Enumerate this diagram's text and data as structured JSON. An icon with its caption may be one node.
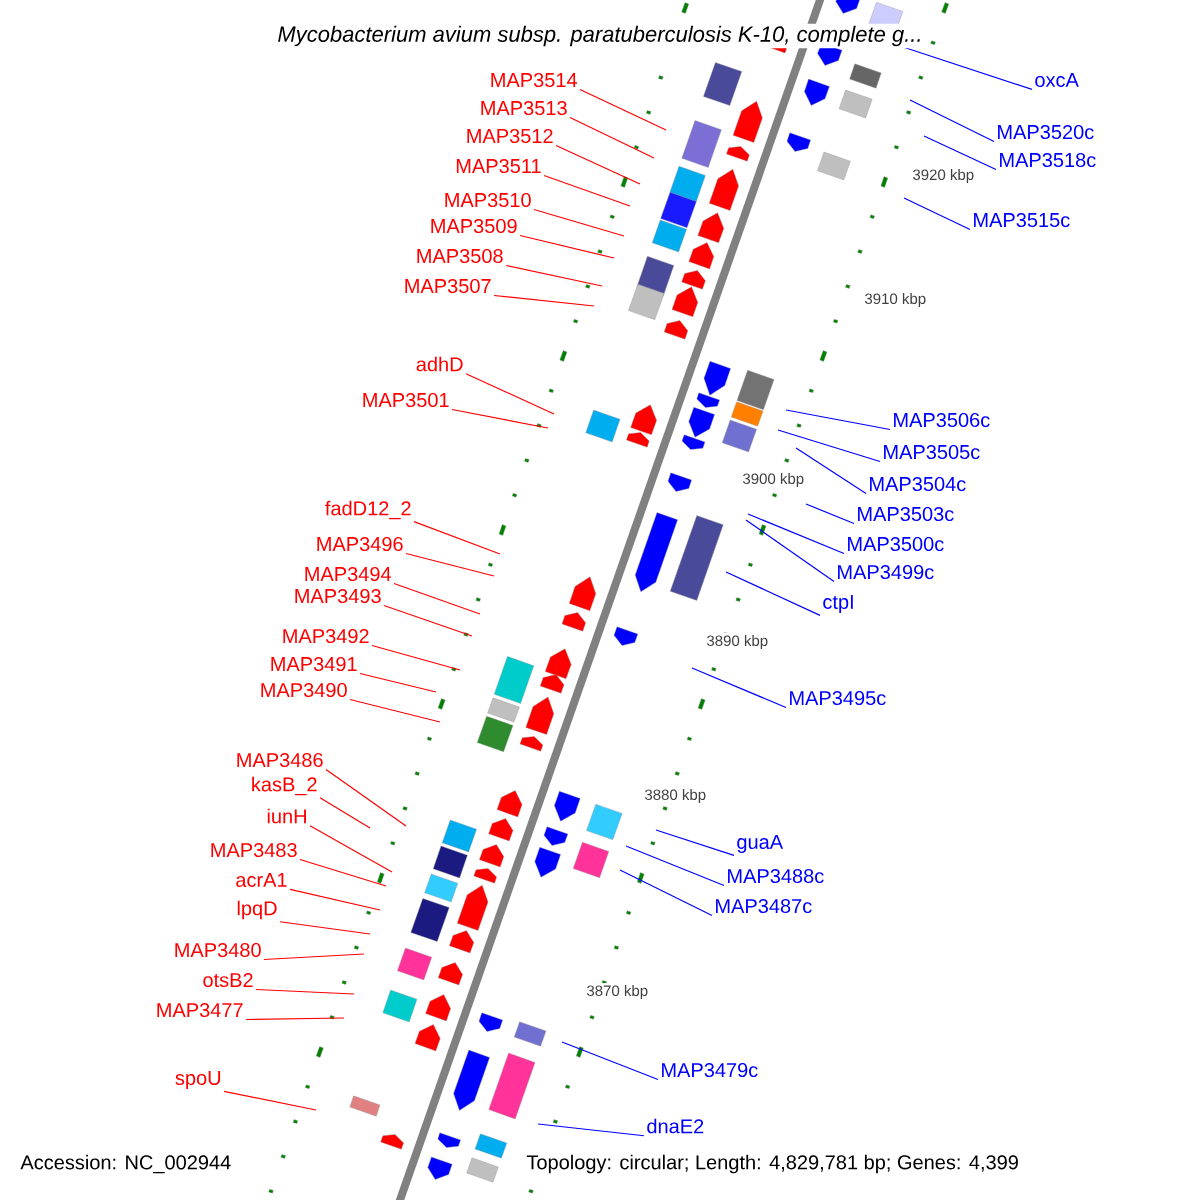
{
  "diagram": {
    "title": "Mycobacterium avium subsp. paratuberculosis K-10, complete g...",
    "nodes": [
      {
        "text": [
          "MAP3514"
        ]
      },
      {
        "text": [
          "MAP3513"
        ]
      },
      {
        "text": [
          "MAP3512"
        ]
      },
      {
        "text": [
          "MAP3511"
        ]
      },
      {
        "text": [
          "MAP3510"
        ]
      },
      {
        "text": [
          "MAP3509"
        ]
      },
      {
        "text": [
          "MAP3508"
        ]
      },
      {
        "text": [
          "MAP3507"
        ]
      },
      {
        "text": [
          "adhD"
        ]
      },
      {
        "text": [
          "MAP3501"
        ]
      },
      {
        "text": [
          "fadD12_2"
        ]
      },
      {
        "text": [
          "MAP3496"
        ]
      },
      {
        "text": [
          "MAP3494"
        ]
      },
      {
        "text": [
          "MAP3493"
        ]
      },
      {
        "text": [
          "MAP3492"
        ]
      },
      {
        "text": [
          "MAP3491"
        ]
      },
      {
        "text": [
          "MAP3490"
        ]
      },
      {
        "text": [
          "MAP3486"
        ]
      },
      {
        "text": [
          "kasB_2"
        ]
      },
      {
        "text": [
          "iunH"
        ]
      },
      {
        "text": [
          "MAP3483"
        ]
      },
      {
        "text": [
          "acrA1"
        ]
      },
      {
        "text": [
          "lpqD"
        ]
      },
      {
        "text": [
          "MAP3480"
        ]
      },
      {
        "text": [
          "otsB2"
        ]
      },
      {
        "text": [
          "MAP3477"
        ]
      },
      {
        "text": [
          "spoU"
        ]
      },
      {
        "text": [
          "oxcA"
        ]
      },
      {
        "text": [
          "MAP3520c"
        ]
      },
      {
        "text": [
          "MAP3518c"
        ]
      },
      {
        "text": [
          "MAP3515c"
        ]
      },
      {
        "text": [
          "MAP3506c"
        ]
      },
      {
        "text": [
          "MAP3505c"
        ]
      },
      {
        "text": [
          "MAP3504c"
        ]
      },
      {
        "text": [
          "MAP3503c"
        ]
      },
      {
        "text": [
          "MAP3500c"
        ]
      },
      {
        "text": [
          "MAP3499c"
        ]
      },
      {
        "text": [
          "ctpI"
        ]
      },
      {
        "text": [
          "MAP3495c"
        ]
      },
      {
        "text": [
          "guaA"
        ]
      },
      {
        "text": [
          "MAP3488c"
        ]
      },
      {
        "text": [
          "MAP3487c"
        ]
      },
      {
        "text": [
          "MAP3479c"
        ]
      },
      {
        "text": [
          "dnaE2"
        ]
      }
    ],
    "edges": [
      {
        "from": 0,
        "to": null,
        "arrow": "none"
      },
      {
        "from": 1,
        "to": null,
        "arrow": "none"
      },
      {
        "from": 2,
        "to": null,
        "arrow": "none"
      },
      {
        "from": 3,
        "to": null,
        "arrow": "none"
      },
      {
        "from": 4,
        "to": null,
        "arrow": "none"
      },
      {
        "from": 5,
        "to": null,
        "arrow": "none"
      },
      {
        "from": 6,
        "to": null,
        "arrow": "none"
      },
      {
        "from": 7,
        "to": null,
        "arrow": "none"
      },
      {
        "from": 8,
        "to": null,
        "arrow": "none"
      },
      {
        "from": 9,
        "to": null,
        "arrow": "none"
      },
      {
        "from": 10,
        "to": null,
        "arrow": "none"
      },
      {
        "from": 11,
        "to": null,
        "arrow": "none"
      },
      {
        "from": 12,
        "to": null,
        "arrow": "none"
      },
      {
        "from": 13,
        "to": null,
        "arrow": "none"
      },
      {
        "from": 14,
        "to": null,
        "arrow": "none"
      },
      {
        "from": 15,
        "to": null,
        "arrow": "none"
      },
      {
        "from": 16,
        "to": null,
        "arrow": "none"
      },
      {
        "from": 17,
        "to": null,
        "arrow": "none"
      },
      {
        "from": 18,
        "to": null,
        "arrow": "none"
      },
      {
        "from": 19,
        "to": null,
        "arrow": "none"
      },
      {
        "from": 20,
        "to": null,
        "arrow": "none"
      },
      {
        "from": 21,
        "to": null,
        "arrow": "none"
      },
      {
        "from": 22,
        "to": null,
        "arrow": "none"
      },
      {
        "from": 23,
        "to": null,
        "arrow": "none"
      },
      {
        "from": 24,
        "to": null,
        "arrow": "none"
      },
      {
        "from": 25,
        "to": null,
        "arrow": "none"
      },
      {
        "from": 26,
        "to": null,
        "arrow": "none"
      },
      {
        "from": 27,
        "to": null,
        "arrow": "none",
        "color": "#0000ff"
      },
      {
        "from": 28,
        "to": null,
        "arrow": "none",
        "color": "#0000ff"
      },
      {
        "from": 29,
        "to": null,
        "arrow": "none",
        "color": "#0000ff"
      },
      {
        "from": 30,
        "to": null,
        "arrow": "none",
        "color": "#0000ff"
      },
      {
        "from": 31,
        "to": null,
        "arrow": "none",
        "color": "#0000ff"
      },
      {
        "from": 32,
        "to": null,
        "arrow": "none",
        "color": "#0000ff"
      },
      {
        "from": 33,
        "to": null,
        "arrow": "none",
        "color": "#0000ff"
      },
      {
        "from": 34,
        "to": null,
        "arrow": "none",
        "color": "#0000ff"
      },
      {
        "from": 35,
        "to": null,
        "arrow": "none",
        "color": "#0000ff"
      },
      {
        "from": 36,
        "to": null,
        "arrow": "none",
        "color": "#0000ff"
      },
      {
        "from": 37,
        "to": null,
        "arrow": "none",
        "color": "#0000ff"
      },
      {
        "from": 38,
        "to": null,
        "arrow": "none",
        "color": "#0000ff"
      },
      {
        "from": 39,
        "to": null,
        "arrow": "none",
        "color": "#0000ff"
      },
      {
        "from": 40,
        "to": null,
        "arrow": "none",
        "color": "#0000ff"
      },
      {
        "from": 41,
        "to": null,
        "arrow": "none",
        "color": "#0000ff"
      },
      {
        "from": 42,
        "to": null,
        "arrow": "none",
        "color": "#0000ff"
      },
      {
        "from": 43,
        "to": null,
        "arrow": "none",
        "color": "#0000ff"
      }
    ],
    "labels": [
      "3920 kbp",
      "3910 kbp",
      "3900 kbp",
      "3890 kbp",
      "3880 kbp",
      "3870 kbp",
      "Accession: NC_002944",
      "Topology: circular; Length: 4,829,781 bp; Genes: 4,399"
    ]
  }
}
